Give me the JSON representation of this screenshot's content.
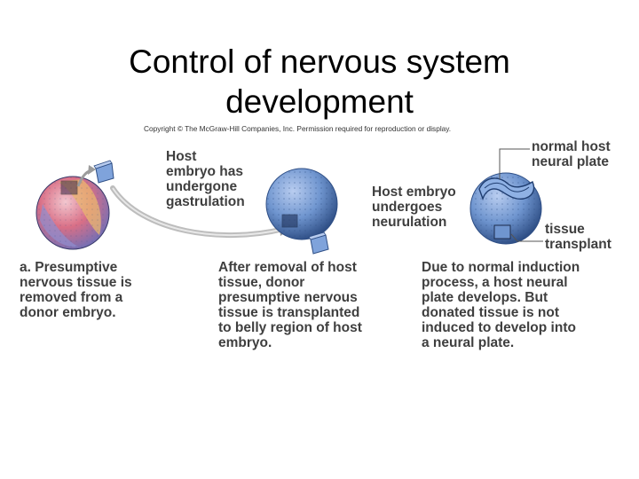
{
  "title": "Control of nervous system development",
  "title_lines": [
    "Control of nervous system",
    "development"
  ],
  "copyright": "Copyright © The McGraw-Hill Companies, Inc. Permission required for reproduction or display.",
  "labels": {
    "host_gastrulation": "Host\nembryo has\nundergone\ngastrulation",
    "host_neurulation": "Host embryo\nundergoes\nneurulation",
    "normal_host_plate": "normal host\nneural plate",
    "tissue_transplant": "tissue\ntransplant"
  },
  "captions": {
    "a": "a. Presumptive\n    nervous tissue is\n    removed from a\n    donor embryo.",
    "b": "After removal of host\ntissue, donor\npresumptive nervous\ntissue is transplanted\nto belly region of host\nembryo.",
    "c": "Due to normal induction\nprocess, a host neural\nplate develops. But\ndonated tissue is not\ninduced to develop into\na neural plate."
  },
  "colors": {
    "host_embryo": "#6f95cf",
    "host_embryo_dark": "#2f4f86",
    "donor_embryo_pink": "#d96f86",
    "donor_embryo_yellow": "#e9b770",
    "tissue_piece": "#7fa3db",
    "arrow": "#9c9c9c",
    "label_text": "#3f3f3f"
  }
}
